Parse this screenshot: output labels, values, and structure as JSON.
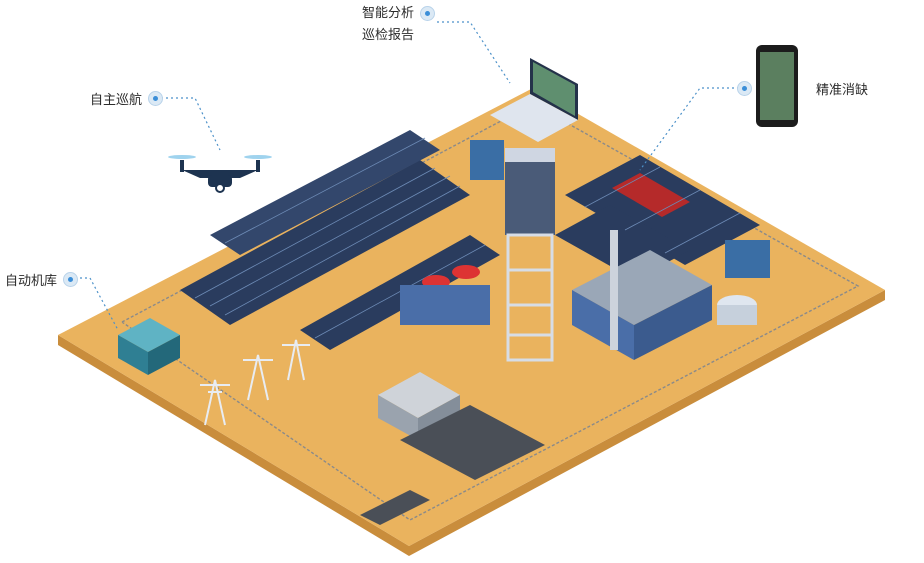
{
  "callouts": {
    "analysis": {
      "line1": "智能分析",
      "line2": "巡检报告"
    },
    "drone": "自主巡航",
    "hangar": "自动机库",
    "phone": "精准消缺"
  },
  "colors": {
    "ground": "#eab35e",
    "ground_side": "#c98d3c",
    "panel": "#2a3c5e",
    "fault": "#b52a2a",
    "accent": "#3b8ed8",
    "building": "#4a6ea8"
  },
  "icons": [
    "drone-icon",
    "laptop-icon",
    "phone-icon",
    "hangar-icon"
  ]
}
